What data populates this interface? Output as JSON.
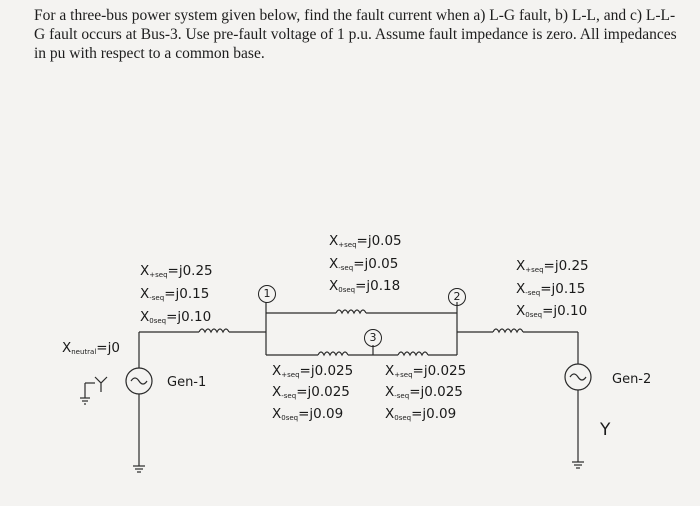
{
  "problem_text": "For a three-bus power system given below, find the fault current when a) L-G fault, b) L-L, and c) L-L-G fault occurs at Bus-3. Use pre-fault voltage of 1 p.u. Assume fault impedance is zero. All impedances in pu with respect to a common base.",
  "gen1": {
    "label": "Gen-1",
    "pos": {
      "x": "X",
      "sub": "+seq",
      "val": "=j0.25"
    },
    "neg": {
      "x": "X",
      "sub": "-seq",
      "val": "=j0.15"
    },
    "zero": {
      "x": "X",
      "sub": "0seq",
      "val": "=j0.10"
    },
    "neutral": {
      "x": "X",
      "sub": "neutral",
      "val": "=j0"
    }
  },
  "gen2": {
    "label": "Gen-2",
    "pos": {
      "x": "X",
      "sub": "+seq",
      "val": "=j0.25"
    },
    "neg": {
      "x": "X",
      "sub": "-seq",
      "val": "=j0.15"
    },
    "zero": {
      "x": "X",
      "sub": "0seq",
      "val": "=j0.10"
    },
    "ground_symbol": "Y"
  },
  "line12": {
    "pos": {
      "x": "X",
      "sub": "+seq",
      "val": "=j0.05"
    },
    "neg": {
      "x": "X",
      "sub": "-seq",
      "val": "=j0.05"
    },
    "zero": {
      "x": "X",
      "sub": "0seq",
      "val": "=j0.18"
    }
  },
  "line13": {
    "pos": {
      "x": "X",
      "sub": "+seq",
      "val": "=j0.025"
    },
    "neg": {
      "x": "X",
      "sub": "-seq",
      "val": "=j0.025"
    },
    "zero": {
      "x": "X",
      "sub": "0seq",
      "val": "=j0.09"
    }
  },
  "line32": {
    "pos": {
      "x": "X",
      "sub": "+seq",
      "val": "=j0.025"
    },
    "neg": {
      "x": "X",
      "sub": "-seq",
      "val": "=j0.025"
    },
    "zero": {
      "x": "X",
      "sub": "0seq",
      "val": "=j0.09"
    }
  },
  "buses": {
    "b1": "1",
    "b2": "2",
    "b3": "3"
  }
}
